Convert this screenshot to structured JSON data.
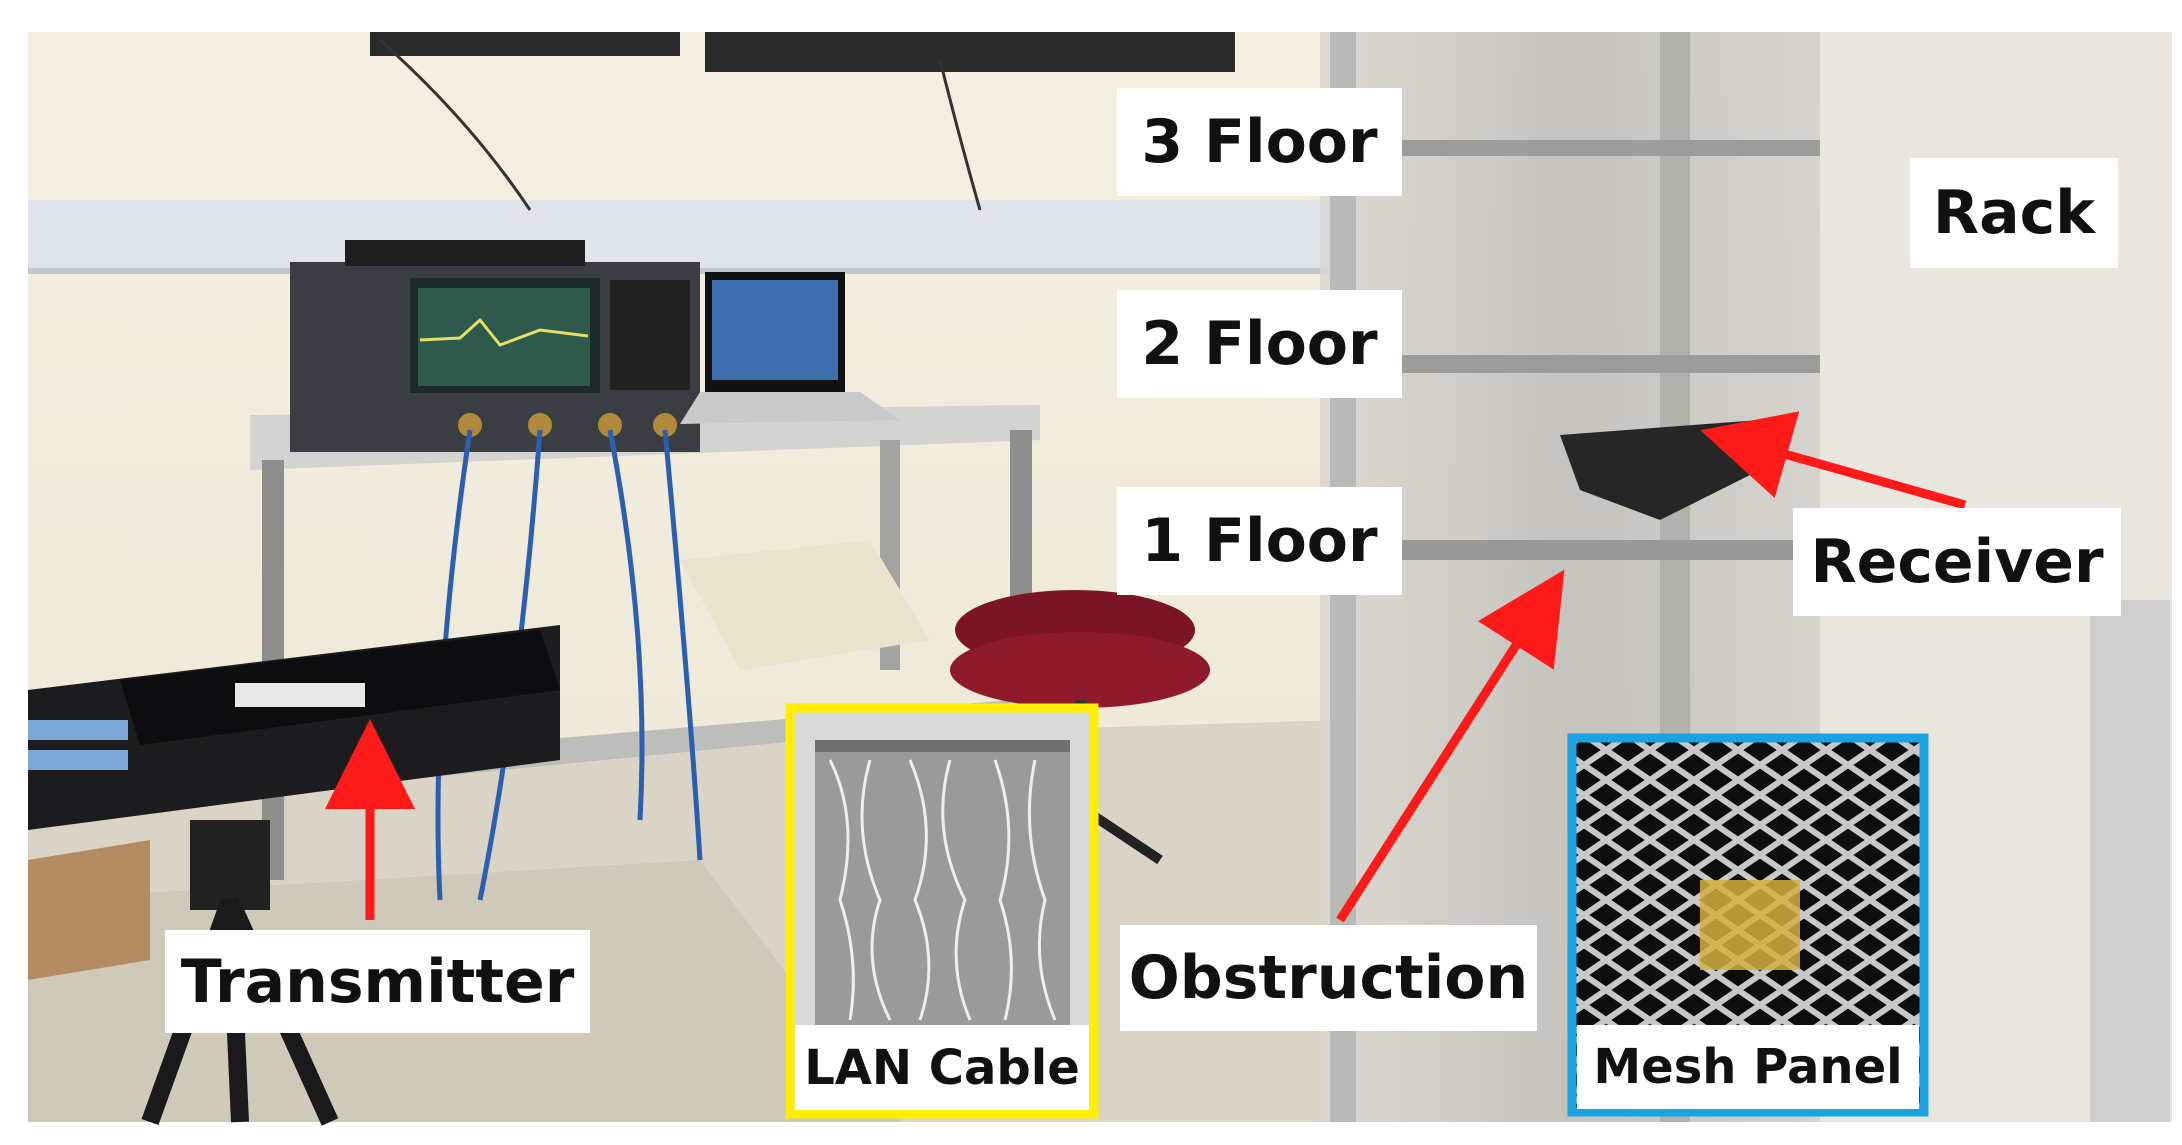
{
  "labels": {
    "floor3": "3 Floor",
    "floor2": "2 Floor",
    "floor1": "1 Floor",
    "rack": "Rack",
    "receiver": "Receiver",
    "transmitter": "Transmitter",
    "obstruction": "Obstruction",
    "lan_cable": "LAN Cable",
    "mesh_panel": "Mesh Panel"
  },
  "colors": {
    "arrow": "#ff1a1a",
    "lan_frame": "#ffee00",
    "mesh_frame": "#1aa3e0",
    "label_bg": "#ffffff"
  }
}
